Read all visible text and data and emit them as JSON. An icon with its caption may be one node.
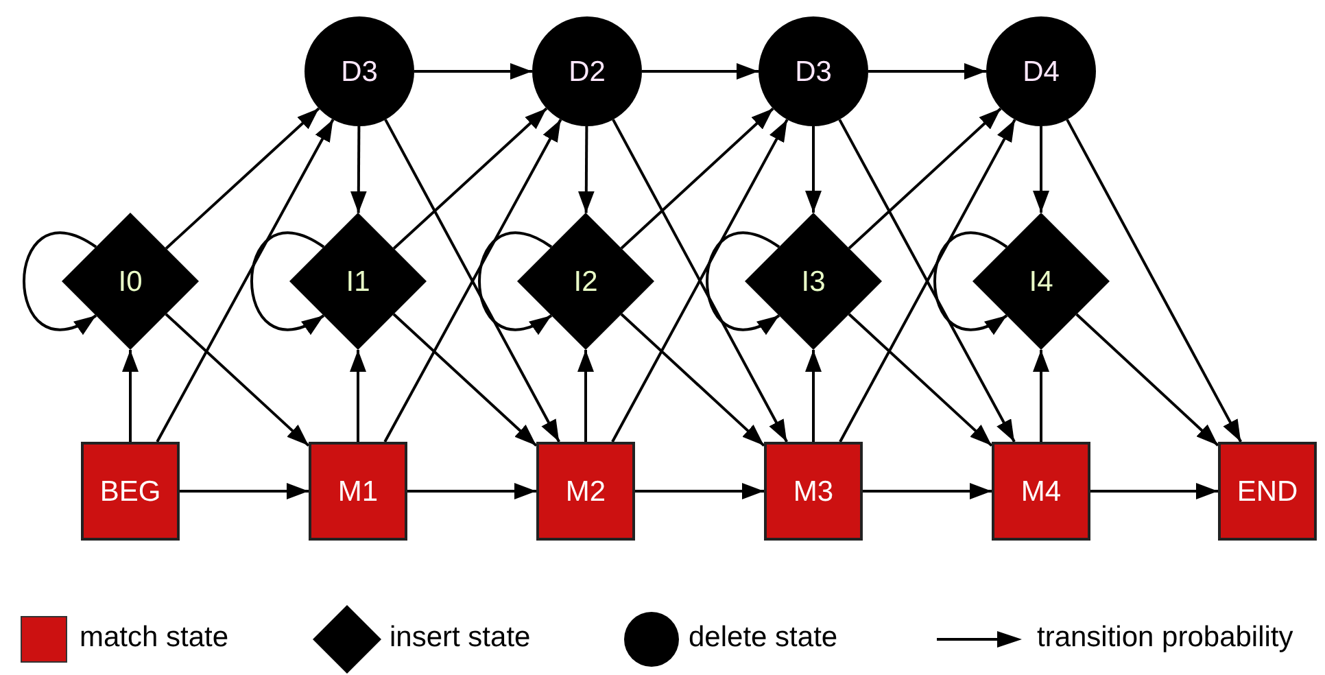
{
  "diagram": {
    "nodes": [
      {
        "text": [
          "D3"
        ]
      },
      {
        "text": [
          "D2"
        ]
      },
      {
        "text": [
          "D3"
        ]
      },
      {
        "text": [
          "D4"
        ]
      },
      {
        "text": [
          "I0"
        ]
      },
      {
        "text": [
          "I1"
        ]
      },
      {
        "text": [
          "I2"
        ]
      },
      {
        "text": [
          "I3"
        ]
      },
      {
        "text": [
          "I4"
        ]
      },
      {
        "text": [
          "BEG"
        ]
      },
      {
        "text": [
          "M1"
        ]
      },
      {
        "text": [
          "M2"
        ]
      },
      {
        "text": [
          "M3"
        ]
      },
      {
        "text": [
          "M4"
        ]
      },
      {
        "text": [
          "END"
        ]
      }
    ],
    "edges": [
      {
        "from": 9,
        "to": 4,
        "arrow": "to"
      },
      {
        "from": 9,
        "to": 0,
        "arrow": "to"
      },
      {
        "from": 9,
        "to": 10,
        "arrow": "to"
      },
      {
        "from": 4,
        "to": 4,
        "arrow": "to"
      },
      {
        "from": 4,
        "to": 0,
        "arrow": "to"
      },
      {
        "from": 4,
        "to": 10,
        "arrow": "to"
      },
      {
        "from": 0,
        "to": 1,
        "arrow": "to"
      },
      {
        "from": 0,
        "to": 5,
        "arrow": "to"
      },
      {
        "from": 0,
        "to": 11,
        "arrow": "to"
      },
      {
        "from": 10,
        "to": 5,
        "arrow": "to"
      },
      {
        "from": 10,
        "to": 1,
        "arrow": "to"
      },
      {
        "from": 10,
        "to": 11,
        "arrow": "to"
      },
      {
        "from": 5,
        "to": 5,
        "arrow": "to"
      },
      {
        "from": 5,
        "to": 1,
        "arrow": "to"
      },
      {
        "from": 5,
        "to": 11,
        "arrow": "to"
      },
      {
        "from": 1,
        "to": 2,
        "arrow": "to"
      },
      {
        "from": 1,
        "to": 6,
        "arrow": "to"
      },
      {
        "from": 1,
        "to": 12,
        "arrow": "to"
      },
      {
        "from": 11,
        "to": 6,
        "arrow": "to"
      },
      {
        "from": 11,
        "to": 2,
        "arrow": "to"
      },
      {
        "from": 11,
        "to": 12,
        "arrow": "to"
      },
      {
        "from": 6,
        "to": 6,
        "arrow": "to"
      },
      {
        "from": 6,
        "to": 2,
        "arrow": "to"
      },
      {
        "from": 6,
        "to": 12,
        "arrow": "to"
      },
      {
        "from": 2,
        "to": 3,
        "arrow": "to"
      },
      {
        "from": 2,
        "to": 7,
        "arrow": "to"
      },
      {
        "from": 2,
        "to": 13,
        "arrow": "to"
      },
      {
        "from": 12,
        "to": 7,
        "arrow": "to"
      },
      {
        "from": 12,
        "to": 3,
        "arrow": "to"
      },
      {
        "from": 12,
        "to": 13,
        "arrow": "to"
      },
      {
        "from": 7,
        "to": 7,
        "arrow": "to"
      },
      {
        "from": 7,
        "to": 3,
        "arrow": "to"
      },
      {
        "from": 7,
        "to": 13,
        "arrow": "to"
      },
      {
        "from": 3,
        "to": 8,
        "arrow": "to"
      },
      {
        "from": 3,
        "to": 14,
        "arrow": "to"
      },
      {
        "from": 13,
        "to": 8,
        "arrow": "to"
      },
      {
        "from": 13,
        "to": 14,
        "arrow": "to"
      },
      {
        "from": 8,
        "to": 8,
        "arrow": "to"
      },
      {
        "from": 8,
        "to": 14,
        "arrow": "to"
      }
    ],
    "legend": [
      {
        "text": "match state",
        "color": "#cc1111"
      },
      {
        "text": "insert state"
      },
      {
        "text": "delete state"
      },
      {
        "text": "transition probability"
      }
    ]
  }
}
